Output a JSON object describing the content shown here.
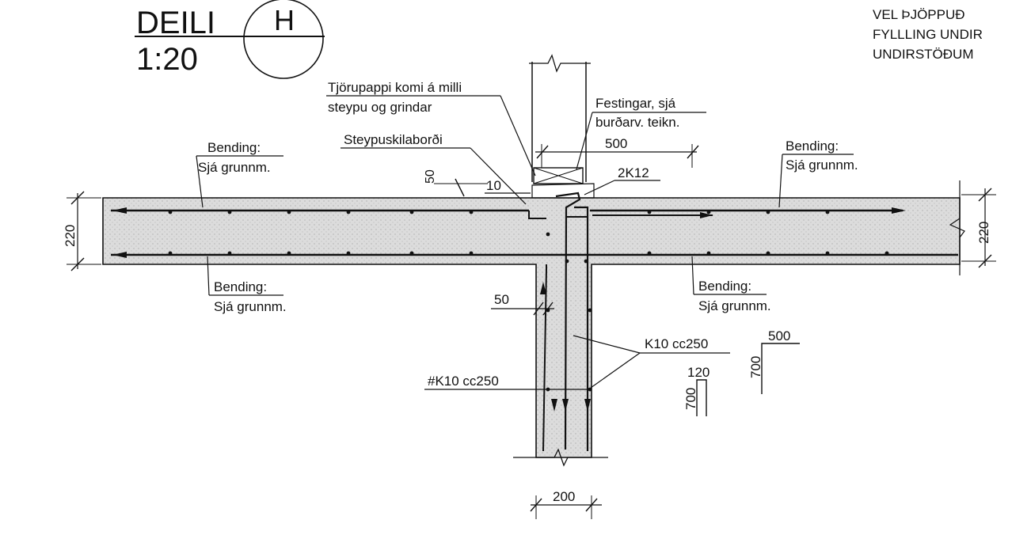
{
  "header": {
    "title": "DEILI",
    "scale": "1:20",
    "detail_letter": "H"
  },
  "note": {
    "line1": "VEL ÞJÖPPUÐ",
    "line2": "FYLLLING UNDIR",
    "line3": "UNDIRSTÖÐUM"
  },
  "labels": {
    "tjorupappi_1": "Tjörupappi komi á milli",
    "tjorupappi_2": "steypu og grindar",
    "festingar_1": "Festingar, sjá",
    "festingar_2": "burðarv. teikn.",
    "steypuskil": "Steypuskilaborði",
    "bending_tl_1": "Bending:",
    "bending_tl_2": "Sjá grunnm.",
    "bending_tr_1": "Bending:",
    "bending_tr_2": "Sjá grunnm.",
    "bending_bl_1": "Bending:",
    "bending_bl_2": "Sjá grunnm.",
    "bending_br_1": "Bending:",
    "bending_br_2": "Sjá grunnm.",
    "k12": "2K12",
    "k10_right": "K10 cc250",
    "k10_left": "#K10 cc250"
  },
  "dimensions": {
    "d500_top": "500",
    "d50_top": "50",
    "d10": "10",
    "d220_left": "220",
    "d220_right": "220",
    "d50_mid": "50",
    "d200": "200",
    "d500_bend": "500",
    "d700_bend": "700",
    "d120_bend": "120",
    "d700_small": "700"
  },
  "colors": {
    "ink": "#111111",
    "concrete": "#d9d9d9"
  }
}
